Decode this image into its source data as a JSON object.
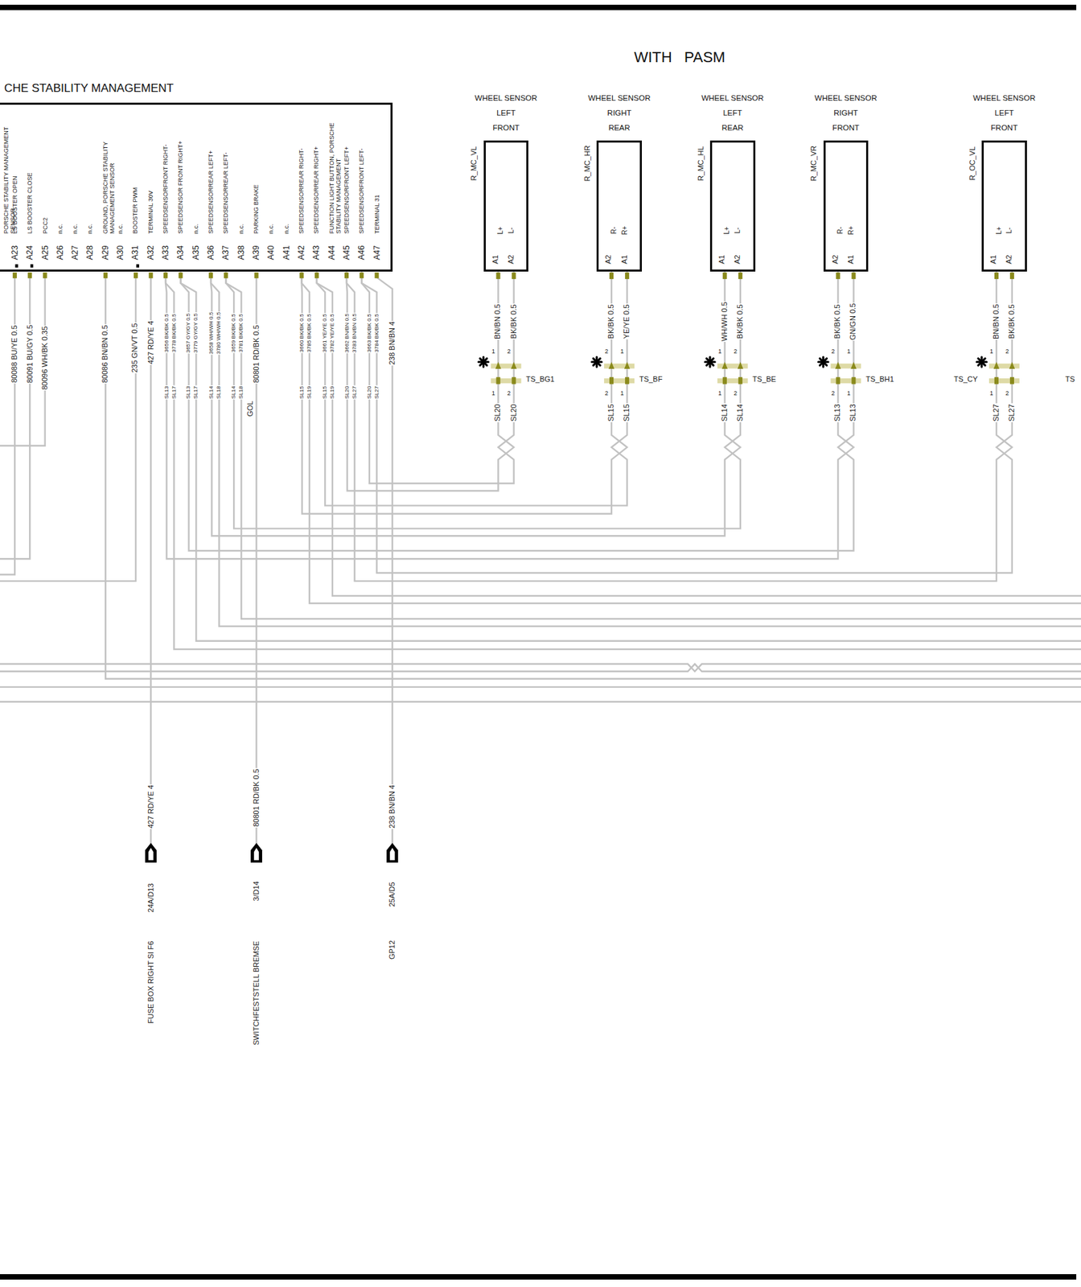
{
  "diagram": {
    "title": "WITH PASM",
    "nodes": [
      {
        "text": [
          "CHE STABILITY MANAGEMENT"
        ]
      },
      {
        "text": [
          "WHEEL SENSOR",
          "LEFT FRONT"
        ]
      },
      {
        "text": [
          "WHEEL SENSOR",
          "RIGHT REAR"
        ]
      },
      {
        "text": [
          "WHEEL SENSOR",
          "LEFT REAR"
        ]
      },
      {
        "text": [
          "WHEEL SENSOR",
          "RIGHT FRONT"
        ]
      },
      {
        "text": [
          "WHEEL SENSOR",
          "LEFT FRONT"
        ]
      }
    ],
    "edges": [
      {
        "from": 0,
        "to": 1,
        "arrow": "none"
      },
      {
        "from": 0,
        "to": 1,
        "arrow": "none"
      },
      {
        "from": 0,
        "to": 2,
        "arrow": "none"
      },
      {
        "from": 0,
        "to": 2,
        "arrow": "none"
      },
      {
        "from": 0,
        "to": 3,
        "arrow": "none"
      },
      {
        "from": 0,
        "to": 3,
        "arrow": "none"
      },
      {
        "from": 0,
        "to": 4,
        "arrow": "none"
      },
      {
        "from": 0,
        "to": 4,
        "arrow": "none"
      },
      {
        "from": 0,
        "to": 5,
        "arrow": "none"
      },
      {
        "from": 0,
        "to": 5,
        "arrow": "none"
      }
    ],
    "labels": [
      "PORSCHE STABILITY MANAGEMENT SENSOR",
      "LS BOOSTER OPEN",
      "A23",
      "LS BOOSTER CLOSE",
      "A24",
      "PCC2",
      "A25",
      "n.c.",
      "A26",
      "n.c.",
      "A27",
      "n.c.",
      "A28",
      "GROUND, PORSCHE STABILITY MANAGEMENT SENSOR",
      "A29",
      "n.c.",
      "A30",
      "BOOSTER PWM",
      "A31",
      "TERMINAL 30V",
      "A32",
      "SPEEDSENSORFRONT RIGHT-",
      "A33",
      "SPEEDSENSOR FRONT RIGHT+",
      "A34",
      "n.c.",
      "A35",
      "SPEEDSENSORREAR LEFT+",
      "A36",
      "SPEEDSENSORREAR LEFT-",
      "A37",
      "n.c.",
      "A38",
      "PARKING BRAKE",
      "A39",
      "n.c.",
      "A40",
      "n.c.",
      "A41",
      "SPEEDSENSORREAR RIGHT-",
      "A42",
      "SPEEDSENSORREAR RIGHT+",
      "A43",
      "FUNCTION LIGHT BUTTON, PORSCHE STABILITY MANAGEMENT",
      "A44",
      "SPEEDSENSORFRONT LEFT+",
      "A45",
      "SPEEDSENSORFRONT LEFT-",
      "A46",
      "TERMINAL 31",
      "A47",
      "80088 BU/YE 0.5",
      "80091 BU/GY 0.5",
      "80096 WH/BK 0.35",
      "80086 BN/BN 0.5",
      "235 GN/VT 0.5",
      "427 RD/YE 4",
      "3656 BK/BK 0.5",
      "3778 BK/BK 0.5",
      "3657 GY/GY 0.5",
      "3779 GY/GY 0.5",
      "3658 WH/WH 0.5",
      "3780 WH/WH 0.5",
      "3659 BK/BK 0.5",
      "3781 BK/BK 0.5",
      "80801 RD/BK 0.5",
      "3660 BK/BK 0.5",
      "3785 BK/BK 0.5",
      "3661 YE/YE 0.5",
      "3782 YE/YE 0.5",
      "3662 BN/BN 0.5",
      "3783 BN/BN 0.5",
      "3663 BK/BK 0.5",
      "3784 BK/BK 0.5",
      "238 BN/BN 4",
      "SL13",
      "SL17",
      "SL13",
      "SL17",
      "SL14",
      "SL18",
      "SL14",
      "SL18",
      "GOL",
      "SL15",
      "SL19",
      "SL15",
      "SL19",
      "SL20",
      "SL27",
      "SL20",
      "SL27",
      "R_MC_VL",
      "L+",
      "L-",
      "A1",
      "A2",
      "BN/BN 0.5",
      "BK/BK 0.5",
      "1",
      "2",
      "TS_BG1",
      "1",
      "2",
      "SL20",
      "SL20",
      "R_MC_HR",
      "R-",
      "R+",
      "A2",
      "A1",
      "BK/BK 0.5",
      "YE/YE 0.5",
      "2",
      "1",
      "TS_BF",
      "2",
      "1",
      "SL15",
      "SL15",
      "R_MC_HL",
      "L+",
      "L-",
      "A1",
      "A2",
      "WH/WH 0.5",
      "BK/BK 0.5",
      "1",
      "2",
      "TS_BE",
      "1",
      "2",
      "SL14",
      "SL14",
      "R_MC_VR",
      "R-",
      "R+",
      "A2",
      "A1",
      "BK/BK 0.5",
      "GN/GN 0.5",
      "2",
      "1",
      "TS_BH1",
      "2",
      "1",
      "SL13",
      "SL13",
      "R_OC_VL",
      "L+",
      "L-",
      "A1",
      "A2",
      "BN/BN 0.5",
      "BK/BK 0.5",
      "1",
      "2",
      "TS_CY",
      "1",
      "2",
      "SL27",
      "SL27",
      "TS",
      "427 RD/YE 4",
      "24A/D13",
      "FUSE BOX RIGHT SI F6",
      "80801 RD/BK 0.5",
      "3/D14",
      "SWITCHFESTSTELL BREMSE",
      "238 BN/BN 4",
      "25A/D5",
      "GP12"
    ]
  }
}
